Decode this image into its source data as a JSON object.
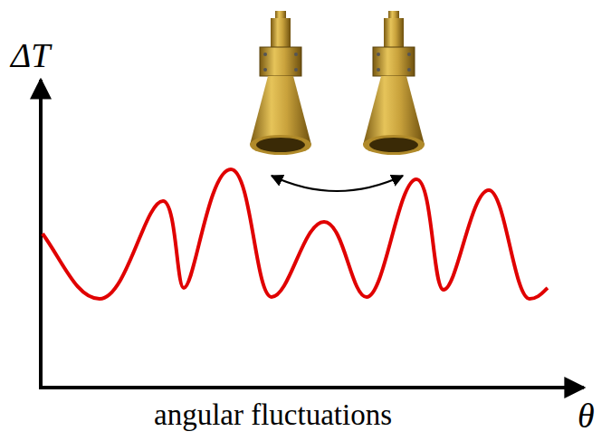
{
  "diagram": {
    "labels": [
      "ΔT",
      "θ",
      "angular fluctuations"
    ]
  }
}
